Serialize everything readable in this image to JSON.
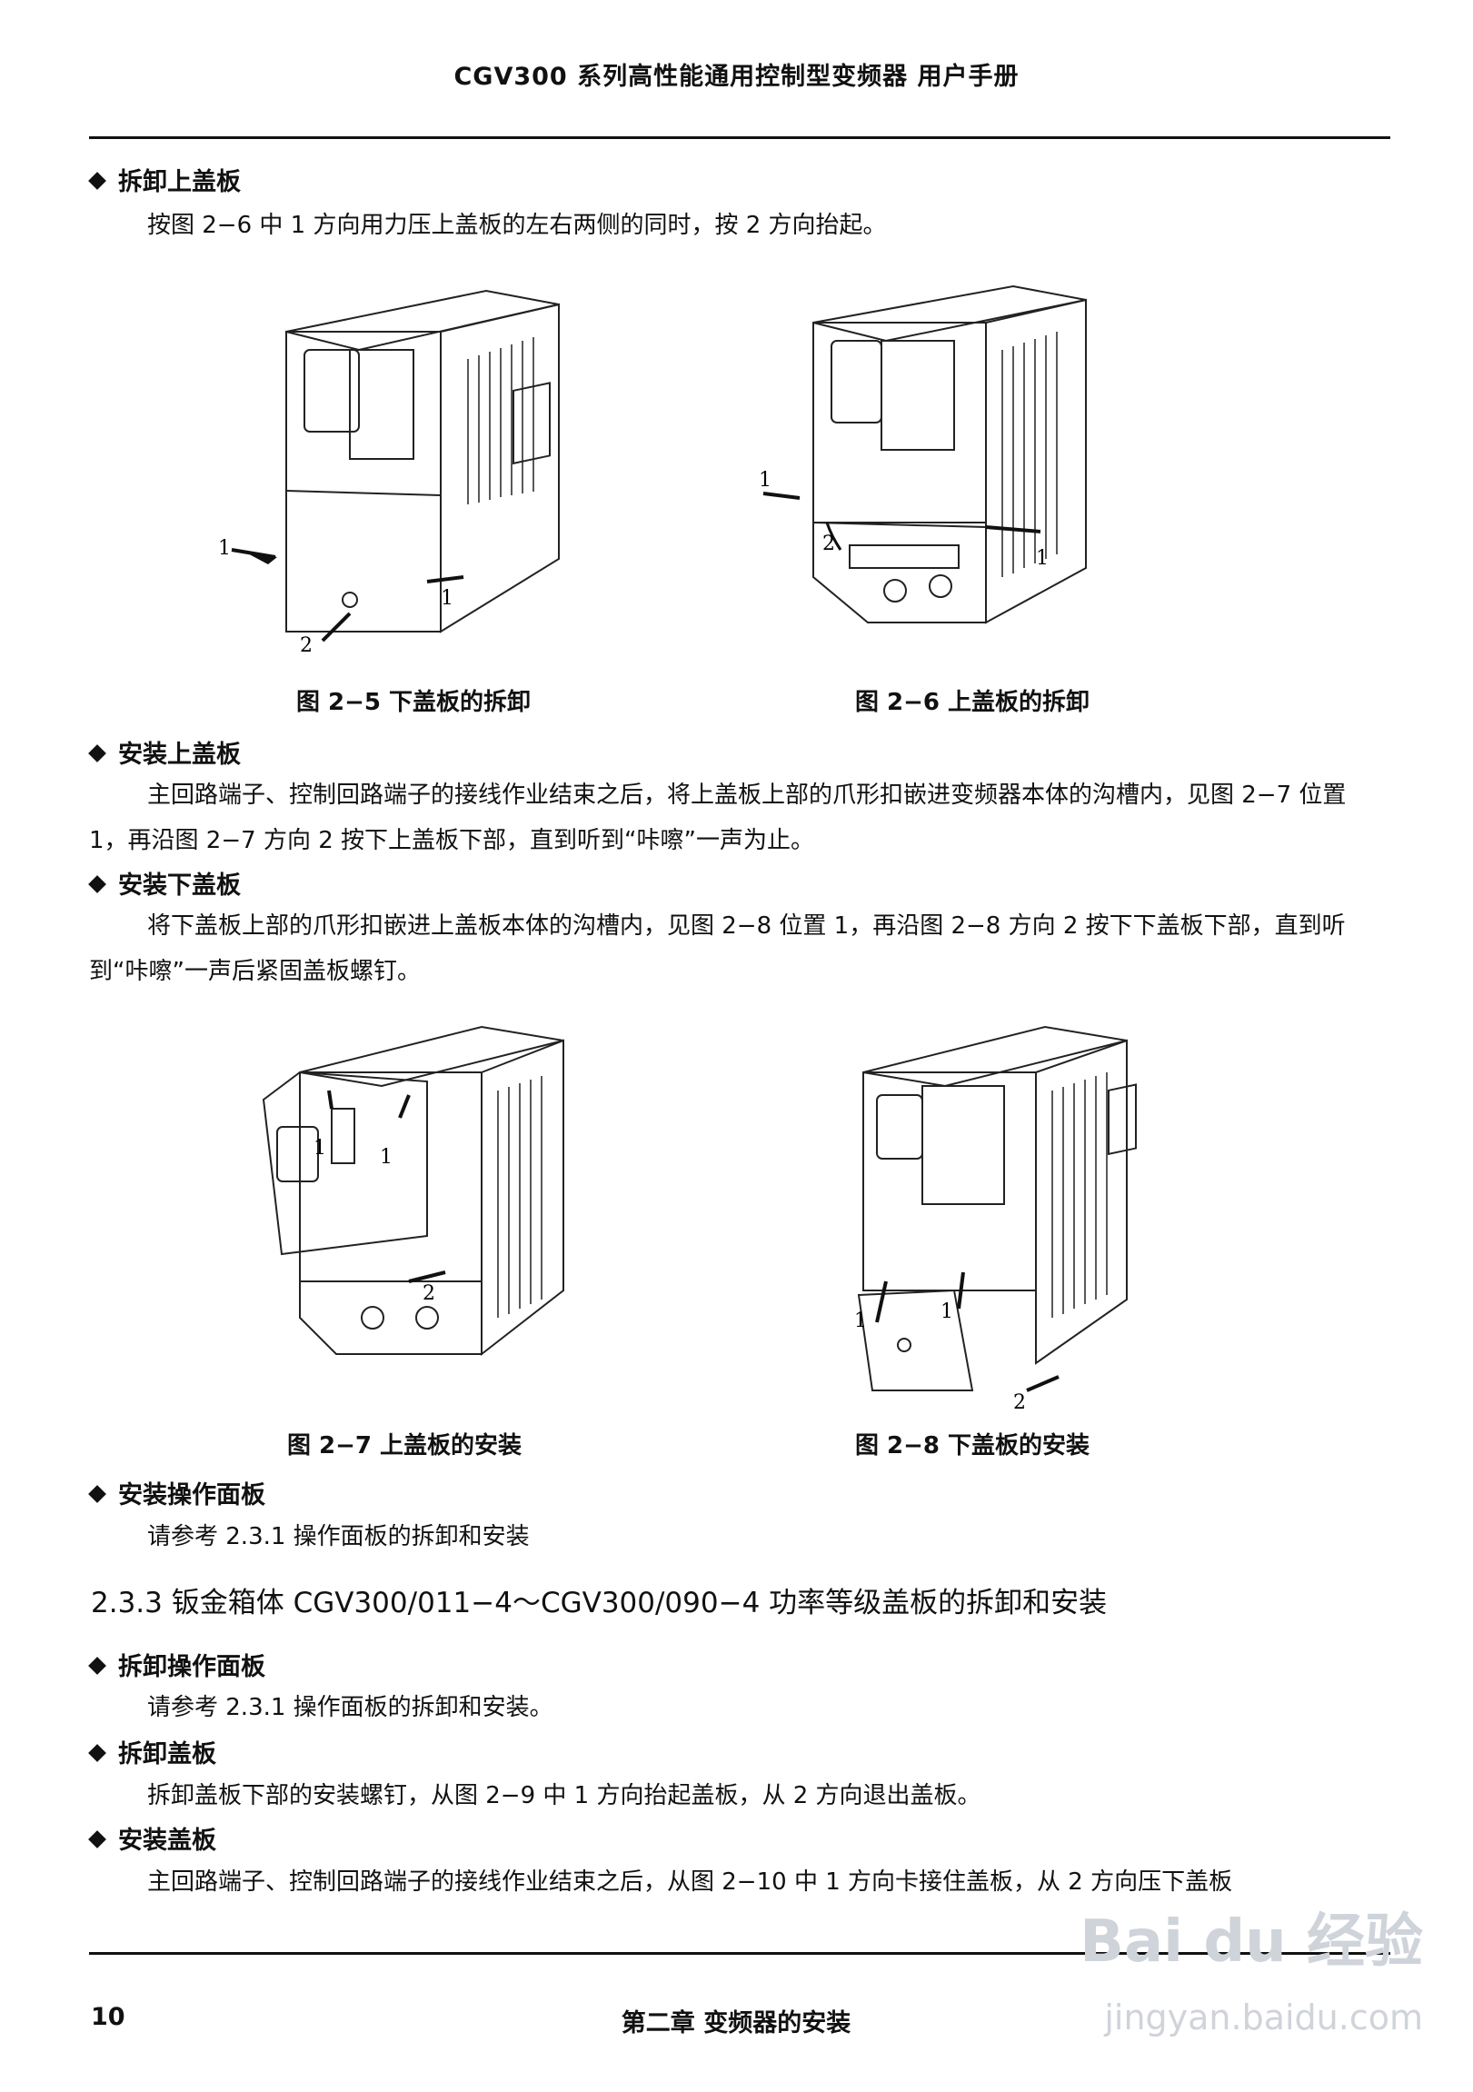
{
  "header": {
    "title": "CGV300 系列高性能通用控制型变频器   用户手册"
  },
  "sec1": {
    "heading": "拆卸上盖板",
    "text": "按图 2−6 中 1 方向用力压上盖板的左右两侧的同时，按 2 方向抬起。"
  },
  "fig5": {
    "caption": "图 2−5  下盖板的拆卸",
    "labels": [
      "1",
      "1",
      "2"
    ]
  },
  "fig6": {
    "caption": "图 2−6  上盖板的拆卸",
    "labels": [
      "1",
      "1",
      "2"
    ]
  },
  "sec2": {
    "heading": "安装上盖板",
    "text": "主回路端子、控制回路端子的接线作业结束之后，将上盖板上部的爪形扣嵌进变频器本体的沟槽内，见图 2−7 位置 1，再沿图 2−7 方向 2 按下上盖板下部，直到听到“咔嚓”一声为止。"
  },
  "sec3": {
    "heading": "安装下盖板",
    "text": "将下盖板上部的爪形扣嵌进上盖板本体的沟槽内，见图 2−8 位置 1，再沿图 2−8 方向 2 按下下盖板下部，直到听到“咔嚓”一声后紧固盖板螺钉。"
  },
  "fig7": {
    "caption": "图 2−7 上盖板的安装",
    "labels": [
      "1",
      "1",
      "2"
    ]
  },
  "fig8": {
    "caption": "图 2−8 下盖板的安装",
    "labels": [
      "1",
      "1",
      "2"
    ]
  },
  "sec4": {
    "heading": "安装操作面板",
    "text": "请参考 2.3.1 操作面板的拆卸和安装"
  },
  "section_233": {
    "title": "2.3.3 钣金箱体 CGV300/011−4～CGV300/090−4 功率等级盖板的拆卸和安装"
  },
  "sec5": {
    "heading": "拆卸操作面板",
    "text": "请参考 2.3.1 操作面板的拆卸和安装。"
  },
  "sec6": {
    "heading": "拆卸盖板",
    "text": "拆卸盖板下部的安装螺钉，从图 2−9 中 1 方向抬起盖板，从 2 方向退出盖板。"
  },
  "sec7": {
    "heading": "安装盖板",
    "text": "主回路端子、控制回路端子的接线作业结束之后，从图 2−10 中 1 方向卡接住盖板，从 2 方向压下盖板"
  },
  "footer": {
    "page_number": "10",
    "chapter": "第二章    变频器的安装"
  },
  "watermark": {
    "brand": "Bai du 经验",
    "url": "jingyan.baidu.com"
  }
}
